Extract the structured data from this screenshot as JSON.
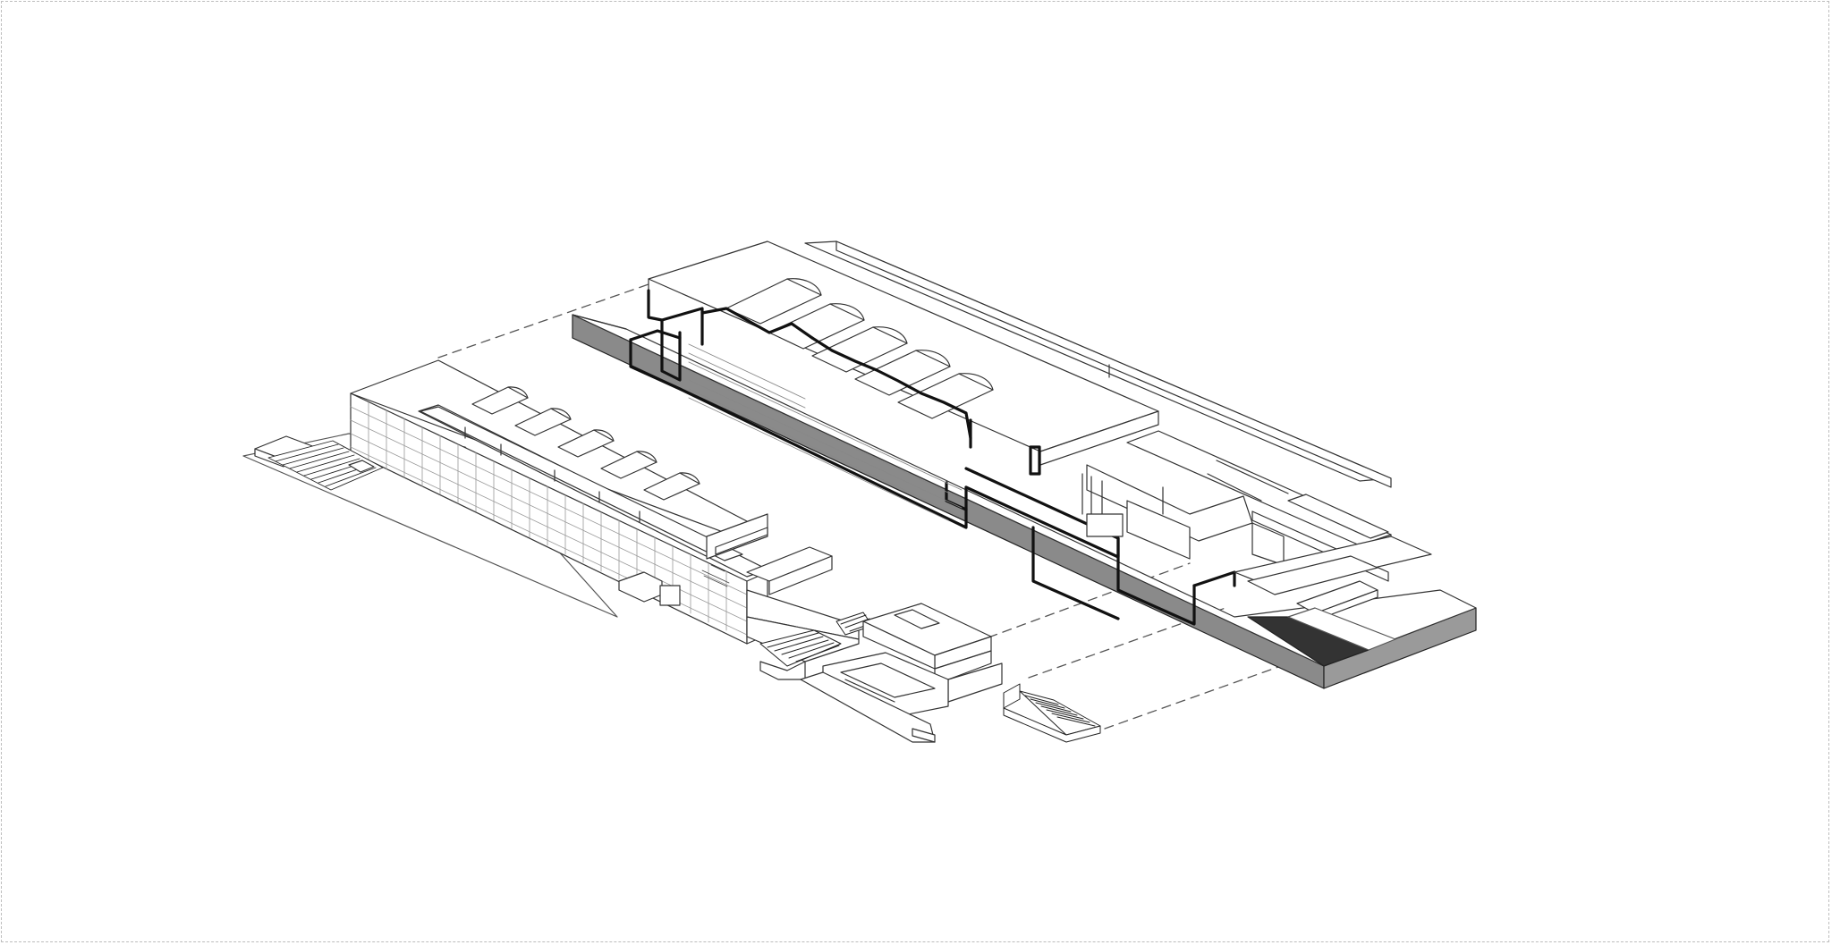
{
  "diagram": {
    "kind": "exploded axonometric",
    "colors": {
      "background": "#ffffff",
      "line": "#333333",
      "section_cut": "#111111",
      "ground_fill": "#8a8a8a",
      "frame": "#bdbdbd"
    },
    "label_text": "",
    "parts": [
      "left-building-volume",
      "right-building-volume",
      "ground-plinth",
      "sawtooth-roof-lights",
      "section-cut",
      "entrance-steps",
      "detached-terrace-block",
      "detached-stair",
      "projection-lines"
    ]
  }
}
